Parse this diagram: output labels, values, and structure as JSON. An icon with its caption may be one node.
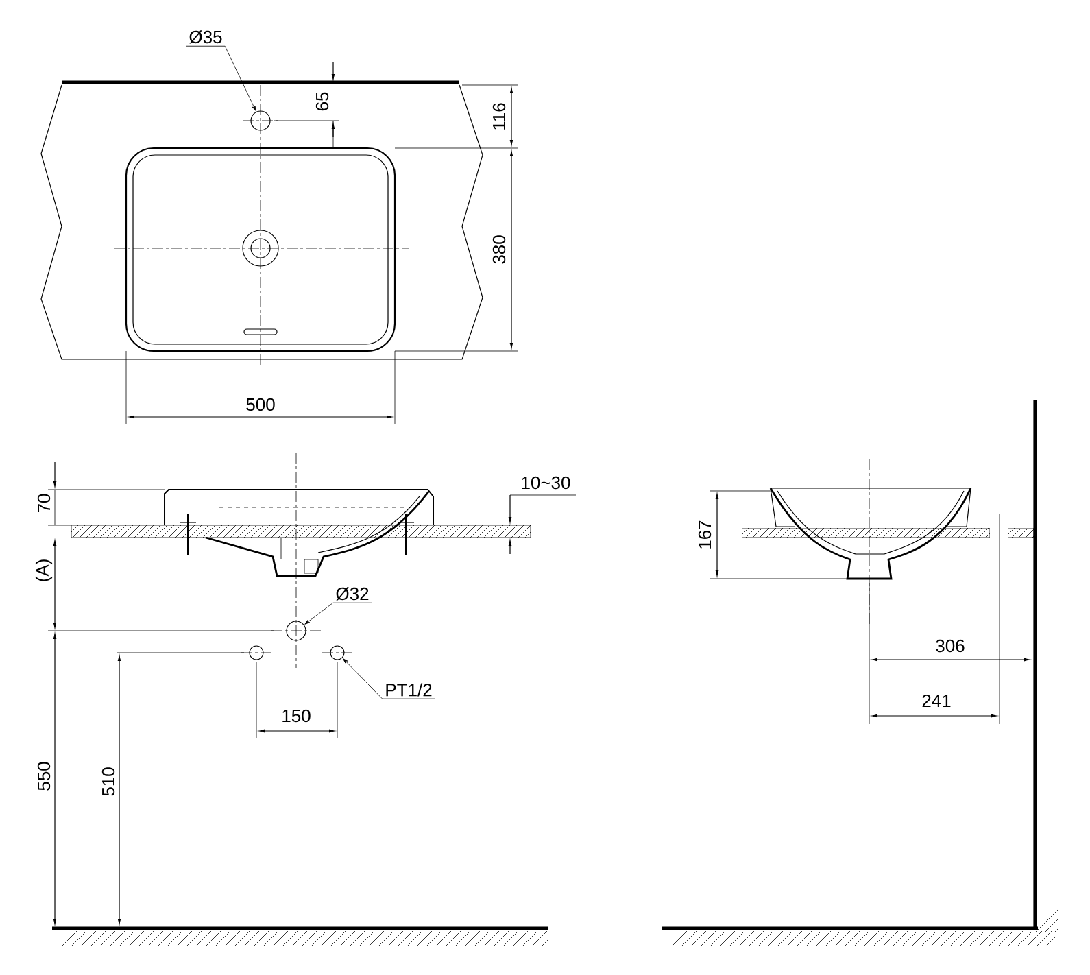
{
  "diagram": {
    "nodes": [
      {
        "text": [
          "Ø35"
        ]
      },
      {
        "text": [],
        "shape": "circle"
      },
      {
        "text": [
          "Ø32"
        ]
      },
      {
        "text": [],
        "shape": "circle"
      },
      {
        "text": [
          "PT1/2"
        ]
      },
      {
        "text": [],
        "shape": "circle"
      }
    ],
    "edges": [
      {
        "from": 0,
        "to": 1,
        "arrow": "to"
      },
      {
        "from": 2,
        "to": 3,
        "arrow": "to"
      },
      {
        "from": 4,
        "to": 5,
        "arrow": "to"
      }
    ],
    "labels": [
      "65",
      "116",
      "380",
      "500",
      "70",
      "10~30",
      "(A)",
      "150",
      "550",
      "510",
      "167",
      "306",
      "241"
    ]
  }
}
